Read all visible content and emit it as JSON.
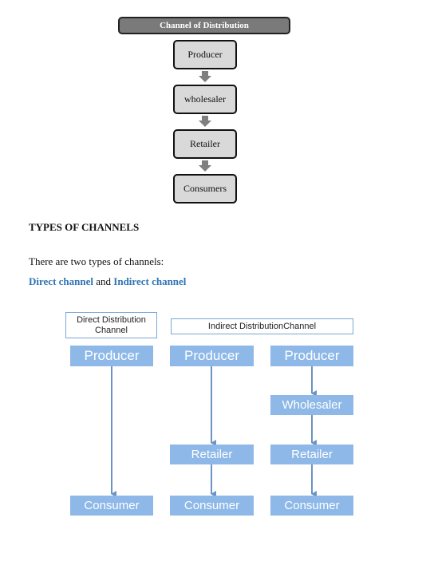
{
  "flow": {
    "title": "Channel of Distribution",
    "steps": [
      "Producer",
      "wholesaler",
      "Retailer",
      "Consumers"
    ]
  },
  "types_heading": "TYPES OF CHANNELS",
  "intro": "There are two types of channels:",
  "channels": {
    "direct": "Direct channel",
    "conjunction": "and",
    "indirect": "Indirect channel"
  },
  "diagram": {
    "direct_header": "Direct Distribution Channel",
    "indirect_header": "Indirect DistributionChannel",
    "col1": [
      "Producer",
      "Consumer"
    ],
    "col2": [
      "Producer",
      "Retailer",
      "Consumer"
    ],
    "col3": [
      "Producer",
      "Wholesaler",
      "Retailer",
      "Consumer"
    ]
  },
  "colors": {
    "flow_box": "#d9d9d9",
    "node": "#8db8e8",
    "link": "#2e74b5",
    "arrow": "#6b93c4"
  }
}
